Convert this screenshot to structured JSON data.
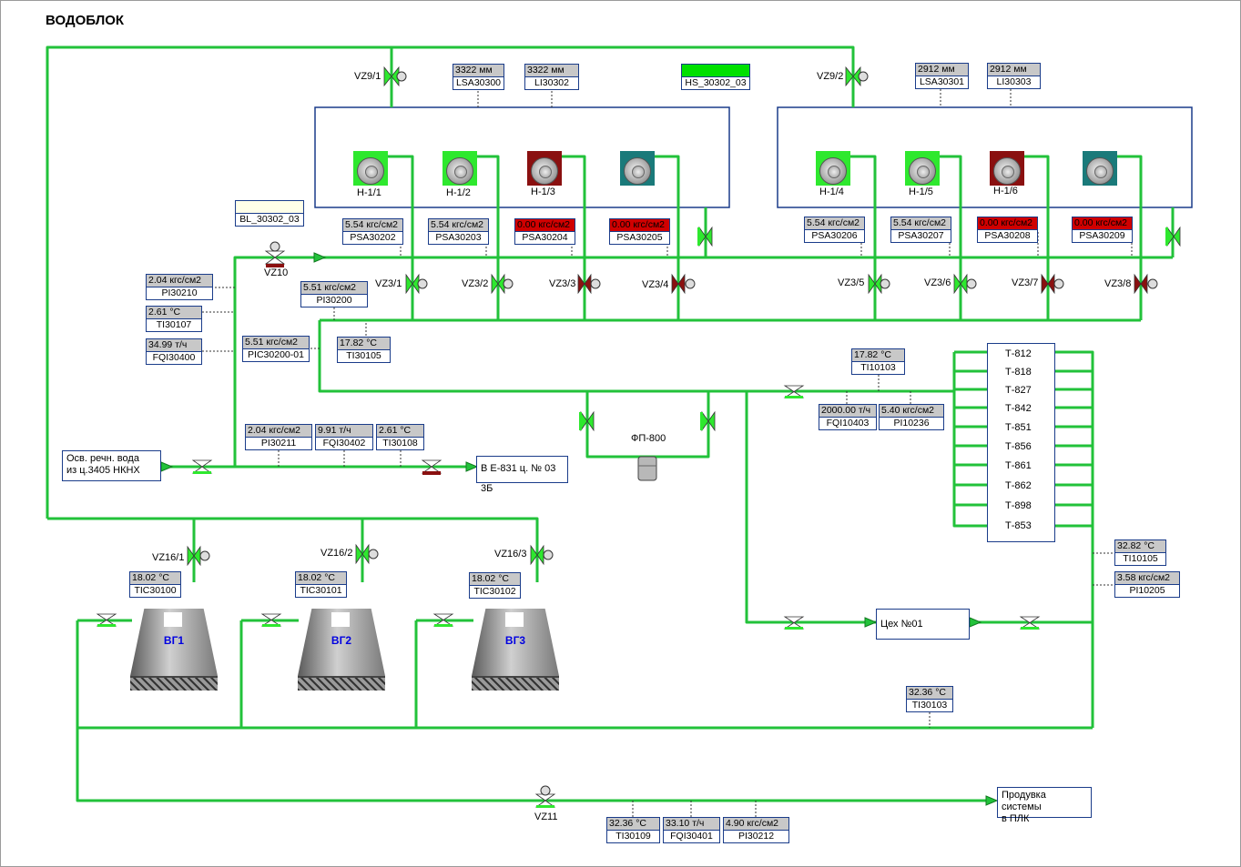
{
  "title": "ВОДОБЛОК",
  "pumps": [
    {
      "label": "Н-1/1",
      "status_color": "#2ee82e"
    },
    {
      "label": "Н-1/2",
      "status_color": "#2ee82e"
    },
    {
      "label": "Н-1/3",
      "status_color": "#8a1010"
    },
    {
      "label": "Н-1/4",
      "status_color": "#2ee82e"
    },
    {
      "label": "Н-1/5",
      "status_color": "#2ee82e"
    },
    {
      "label": "Н-1/6",
      "status_color": "#8a1010"
    },
    {
      "label": "",
      "status_color": "#1a7a7a"
    },
    {
      "label": "",
      "status_color": "#1a7a7a"
    }
  ],
  "tags": {
    "lsa30300": {
      "value": "3322 мм",
      "name": "LSA30300"
    },
    "li30302": {
      "value": "3322 мм",
      "name": "LI30302"
    },
    "hs30302": {
      "value": "",
      "name": "HS_30302_03"
    },
    "lsa30301": {
      "value": "2912 мм",
      "name": "LSA30301"
    },
    "li30303": {
      "value": "2912 мм",
      "name": "LI30303"
    },
    "bl30302": {
      "value": "",
      "name": "BL_30302_03"
    },
    "psa30202": {
      "value": "5.54 кгс/см2",
      "name": "PSA30202"
    },
    "psa30203": {
      "value": "5.54 кгс/см2",
      "name": "PSA30203"
    },
    "psa30204": {
      "value": "0.00 кгс/см2",
      "name": "PSA30204"
    },
    "psa30205": {
      "value": "0.00 кгс/см2",
      "name": "PSA30205"
    },
    "psa30206": {
      "value": "5.54 кгс/см2",
      "name": "PSA30206"
    },
    "psa30207": {
      "value": "5.54 кгс/см2",
      "name": "PSA30207"
    },
    "psa30208": {
      "value": "0.00 кгс/см2",
      "name": "PSA30208"
    },
    "psa30209": {
      "value": "0.00 кгс/см2",
      "name": "PSA30209"
    },
    "pi30210": {
      "value": "2.04 кгс/см2",
      "name": "PI30210"
    },
    "pi30200": {
      "value": "5.51 кгс/см2",
      "name": "PI30200"
    },
    "ti30107": {
      "value": "2.61 °C",
      "name": "TI30107"
    },
    "fqi30400": {
      "value": "34.99 т/ч",
      "name": "FQI30400"
    },
    "pic30200": {
      "value": "5.51 кгс/см2",
      "name": "PIC30200-01"
    },
    "ti30105": {
      "value": "17.82 °C",
      "name": "TI30105"
    },
    "ti10103": {
      "value": "17.82 °C",
      "name": "TI10103"
    },
    "fqi10403": {
      "value": "2000.00 т/ч",
      "name": "FQI10403"
    },
    "pi10236": {
      "value": "5.40 кгс/см2",
      "name": "PI10236"
    },
    "pi30211": {
      "value": "2.04 кгс/см2",
      "name": "PI30211"
    },
    "fqi30402": {
      "value": "9.91 т/ч",
      "name": "FQI30402"
    },
    "ti30108": {
      "value": "2.61 °C",
      "name": "TI30108"
    },
    "tic30100": {
      "value": "18.02 °C",
      "name": "TIC30100"
    },
    "tic30101": {
      "value": "18.02 °C",
      "name": "TIC30101"
    },
    "tic30102": {
      "value": "18.02 °C",
      "name": "TIC30102"
    },
    "ti10105": {
      "value": "32.82 °C",
      "name": "TI10105"
    },
    "pi10205": {
      "value": "3.58 кгс/см2",
      "name": "PI10205"
    },
    "ti30103": {
      "value": "32.36 °C",
      "name": "TI30103"
    },
    "ti30109": {
      "value": "32.36 °C",
      "name": "TI30109"
    },
    "fqi30401": {
      "value": "33.10 т/ч",
      "name": "FQI30401"
    },
    "pi30212": {
      "value": "4.90 кгс/см2",
      "name": "PI30212"
    }
  },
  "valves": {
    "vz9_1": "VZ9/1",
    "vz9_2": "VZ9/2",
    "vz10": "VZ10",
    "vz11": "VZ11",
    "vz3_1": "VZ3/1",
    "vz3_2": "VZ3/2",
    "vz3_3": "VZ3/3",
    "vz3_4": "VZ3/4",
    "vz3_5": "VZ3/5",
    "vz3_6": "VZ3/6",
    "vz3_7": "VZ3/7",
    "vz3_8": "VZ3/8",
    "vz16_1": "VZ16/1",
    "vz16_2": "VZ16/2",
    "vz16_3": "VZ16/3"
  },
  "consumers": [
    "Т-812",
    "Т-818",
    "Т-827",
    "Т-842",
    "Т-851",
    "Т-856",
    "Т-861",
    "Т-862",
    "Т-898",
    "Т-853"
  ],
  "boxes": {
    "river_water": "Осв. речн. вода\nиз ц.3405 НКНХ",
    "e831": "В Е-831 ц. № 03 3Б",
    "shop1": "Цех №01",
    "blowdown": "Продувка системы\nв ПЛК",
    "filter": "ФП-800"
  },
  "towers": [
    "ВГ1",
    "ВГ2",
    "ВГ3"
  ],
  "colors": {
    "pipe": "#22c23a",
    "pipe_edge": "#117a20",
    "frame_blue": "#1a3c8a",
    "alarm": "#d00000",
    "running": "#2ee82e",
    "stopped": "#8a1010",
    "idle": "#1a7a7a"
  }
}
